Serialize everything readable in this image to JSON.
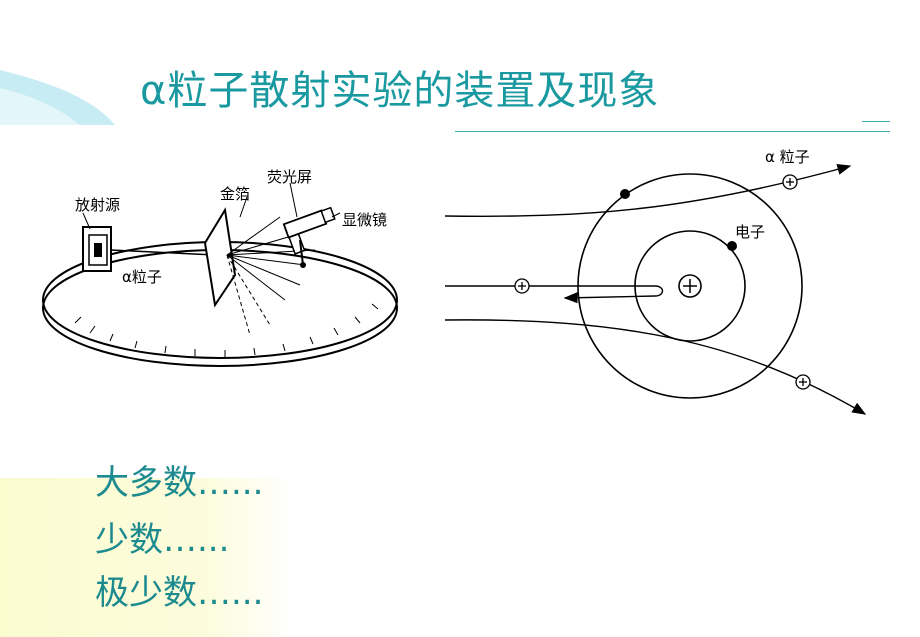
{
  "slide": {
    "title": "α粒子散射实验的装置及现象",
    "apparatus_labels": {
      "source": "放射源",
      "gold_foil": "金箔",
      "screen": "荧光屏",
      "microscope": "显微镜",
      "alpha_particle": "α粒子"
    },
    "atom_labels": {
      "alpha_particle": "α 粒子",
      "electron": "电子",
      "plus": "+"
    },
    "observations": [
      "大多数…...",
      "少数…...",
      "极少数…..."
    ],
    "colors": {
      "title": "#1a9aa0",
      "observations": "#1c8a8e",
      "band": "#fbfbd0",
      "accent_wave": "#c7ecf3"
    }
  }
}
